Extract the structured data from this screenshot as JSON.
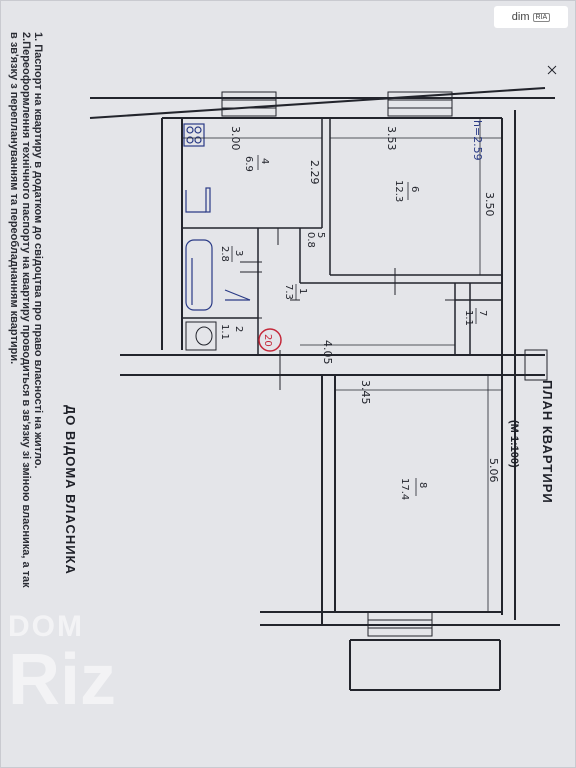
{
  "header_badge": {
    "brand": "dim",
    "sub": "RIA"
  },
  "notes": {
    "line1": "1. Паспорт на квартиру в додатком до свідоцтва про право власності на житло.",
    "line2": "2.Переоформлення технічного паспорту на квартиру проводиться в зв'язку зі зміною власника, а так",
    "line3": "в зв'язку з переплануванням та переобладнанням квартири."
  },
  "plan_title": "ПЛАН КВАРТИРИ",
  "scale": "(М 1:100)",
  "owner_label": "ДО ВІДОМА ВЛАСНИКА",
  "height_note": "h=2.59",
  "stamp": "20",
  "dimensions": {
    "d300": "3.00",
    "d353": "3.53",
    "d229": "2.29",
    "d350": "3.50",
    "d405": "4.05",
    "d345": "3.45",
    "d506": "5.06"
  },
  "rooms": [
    {
      "id": "4",
      "area": "6.9"
    },
    {
      "id": "6",
      "area": "12.3"
    },
    {
      "id": "3",
      "area": "2.8"
    },
    {
      "id": "5",
      "area": "0.8"
    },
    {
      "id": "1",
      "area": "7.3"
    },
    {
      "id": "2",
      "area": "1.1"
    },
    {
      "id": "7",
      "area": "1.1"
    },
    {
      "id": "8",
      "area": "17.4"
    }
  ],
  "watermark": {
    "line1": "DOM",
    "line2": "Riz"
  }
}
